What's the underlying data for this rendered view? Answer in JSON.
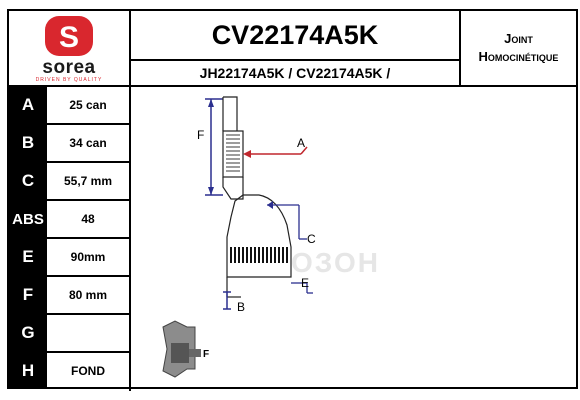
{
  "brand": {
    "name": "sorea",
    "tagline": "DRIVEN BY QUALITY"
  },
  "product": {
    "code": "CV22174A5K",
    "cross_reference": "JH22174A5K / CV22174A5K /",
    "type_line1": "Joint",
    "type_line2": "Homocinétique"
  },
  "specs": [
    {
      "label": "A",
      "value": "25 can"
    },
    {
      "label": "B",
      "value": "34 can"
    },
    {
      "label": "C",
      "value": "55,7 mm"
    },
    {
      "label": "ABS",
      "value": "48"
    },
    {
      "label": "E",
      "value": "90mm"
    },
    {
      "label": "F",
      "value": "80 mm"
    },
    {
      "label": "G",
      "value": ""
    },
    {
      "label": "H",
      "value": "FOND"
    }
  ],
  "diagram": {
    "label_a": "A",
    "label_b": "B",
    "label_c": "C",
    "label_e": "E",
    "label_f": "F",
    "thumb_label": "F",
    "watermark": "ОЗОН"
  },
  "colors": {
    "brand_red": "#d9272e",
    "arrow_red": "#c0272d",
    "dimension_blue": "#2b2f8f"
  }
}
